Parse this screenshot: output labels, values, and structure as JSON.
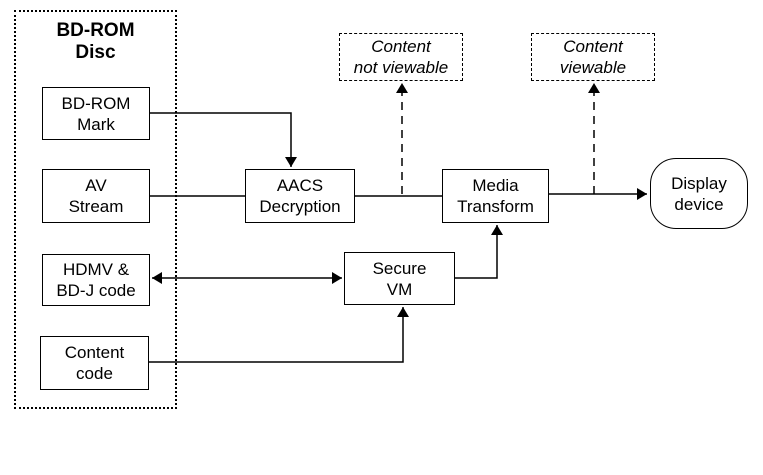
{
  "disc": {
    "title": "BD-ROM\nDisc"
  },
  "nodes": {
    "bdrom_mark": "BD-ROM\nMark",
    "av_stream": "AV\nStream",
    "hdmv_bdj": "HDMV &\nBD-J code",
    "content_code": "Content\ncode",
    "aacs_decryption": "AACS\nDecryption",
    "media_transform": "Media\nTransform",
    "secure_vm": "Secure\nVM",
    "display_device": "Display\ndevice",
    "content_not_viewable": "Content\nnot viewable",
    "content_viewable": "Content\nviewable"
  }
}
